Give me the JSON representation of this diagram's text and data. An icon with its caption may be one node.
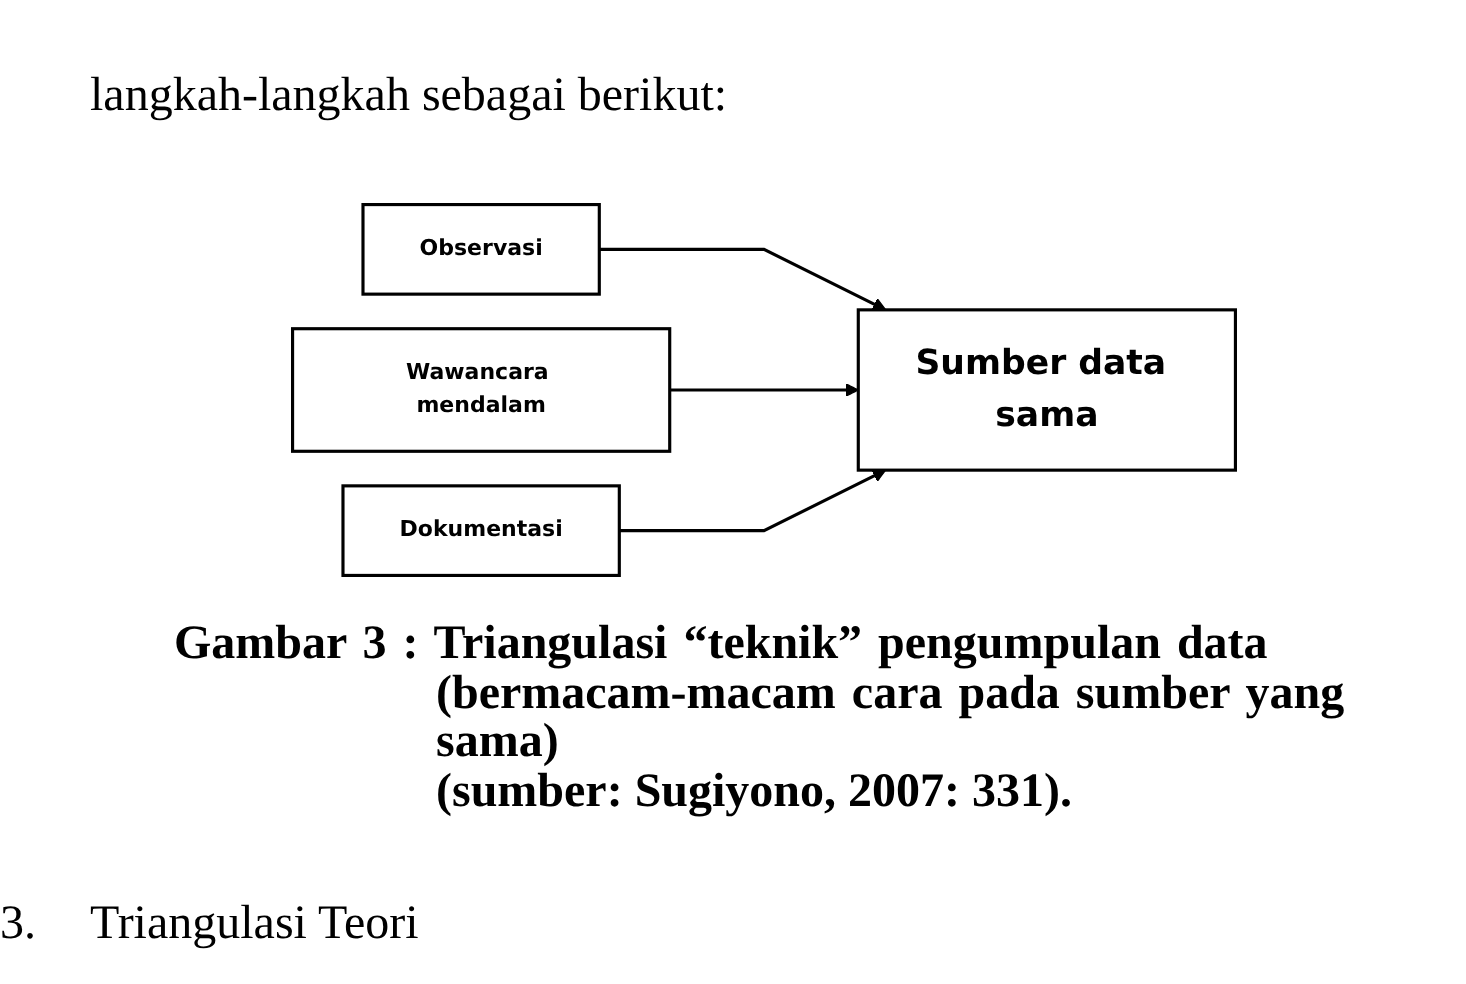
{
  "diagram": {
    "caption": "Gambar 3 : Triangulasi “teknik” pengumpulan data (bermacam-macam cara pada sumber yang sama)",
    "nodes": [
      {
        "text": [
          "Observasi"
        ]
      },
      {
        "text": [
          "Wawancara mendalam"
        ]
      },
      {
        "text": [
          "Dokumentasi"
        ]
      },
      {
        "text": [
          "Sumber data sama"
        ]
      }
    ],
    "edges": [
      {
        "from": 0,
        "to": 3,
        "arrow": "to"
      },
      {
        "from": 1,
        "to": 3,
        "arrow": "to"
      },
      {
        "from": 2,
        "to": 3,
        "arrow": "to"
      }
    ],
    "labels": [
      "langkah-langkah sebagai berikut:",
      "(sumber: Sugiyono, 2007: 331).",
      "3.",
      "Triangulasi Teori"
    ]
  }
}
